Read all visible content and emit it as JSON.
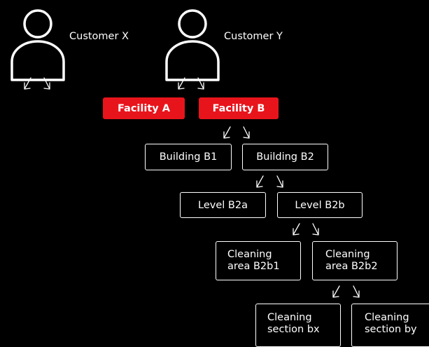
{
  "customers": [
    {
      "name": "Customer X",
      "icon": "person-icon"
    },
    {
      "name": "Customer Y",
      "icon": "person-icon"
    }
  ],
  "facilities": [
    {
      "label": "Facility A",
      "color": "#e8141c"
    },
    {
      "label": "Facility B",
      "color": "#e8141c"
    }
  ],
  "buildings": [
    "Building B1",
    "Building B2"
  ],
  "levels": [
    "Level B2a",
    "Level B2b"
  ],
  "cleaning_areas": [
    {
      "line1": "Cleaning",
      "line2": "area B2b1"
    },
    {
      "line1": "Cleaning",
      "line2": "area B2b2"
    }
  ],
  "cleaning_sections": [
    {
      "line1": "Cleaning",
      "line2": "section bx"
    },
    {
      "line1": "Cleaning",
      "line2": "section by"
    }
  ],
  "colors": {
    "background": "#000000",
    "foreground": "#ffffff",
    "accent": "#e8141c"
  }
}
